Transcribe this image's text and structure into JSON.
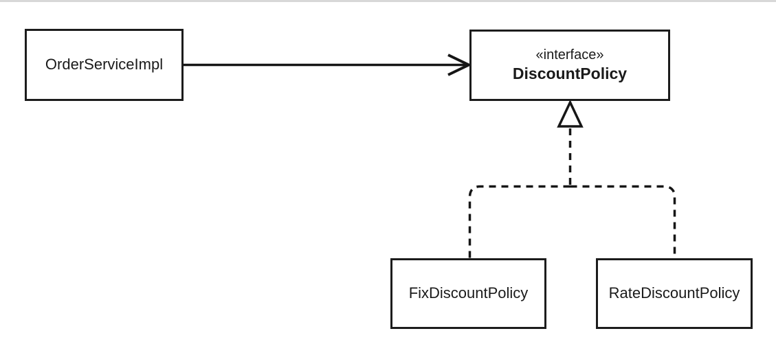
{
  "diagram": {
    "kind": "uml-class-diagram",
    "nodes": {
      "order_service": {
        "label": "OrderServiceImpl"
      },
      "discount_policy": {
        "stereotype": "«interface»",
        "name": "DiscountPolicy"
      },
      "fix_discount": {
        "label": "FixDiscountPolicy"
      },
      "rate_discount": {
        "label": "RateDiscountPolicy"
      }
    },
    "relationships": [
      {
        "from": "OrderServiceImpl",
        "to": "DiscountPolicy",
        "type": "association",
        "line": "solid",
        "arrowhead": "open"
      },
      {
        "from": "FixDiscountPolicy",
        "to": "DiscountPolicy",
        "type": "realization",
        "line": "dashed",
        "arrowhead": "hollow-triangle"
      },
      {
        "from": "RateDiscountPolicy",
        "to": "DiscountPolicy",
        "type": "realization",
        "line": "dashed",
        "arrowhead": "hollow-triangle"
      }
    ],
    "colors": {
      "line": "#161616",
      "node_border": "#1c1c1c",
      "node_background": "#ffffff",
      "page_background": "#ffffff",
      "top_rule": "#d8d8d8"
    }
  }
}
